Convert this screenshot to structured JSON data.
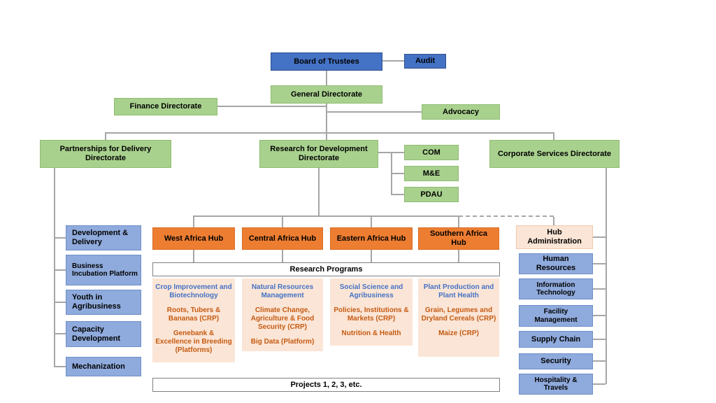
{
  "top": {
    "board_of_trustees": "Board of Trustees",
    "audit": "Audit",
    "general_directorate": "General Directorate",
    "finance_directorate": "Finance Directorate",
    "advocacy": "Advocacy"
  },
  "directorates": {
    "partnerships": "Partnerships for Delivery Directorate",
    "research": "Research for Development Directorate",
    "corporate": "Corporate Services Directorate"
  },
  "research_units": [
    "COM",
    "M&E",
    "PDAU"
  ],
  "left_column": [
    "Development & Delivery",
    "Business Incubation Platform",
    "Youth in Agribusiness",
    "Capacity Development",
    "Mechanization"
  ],
  "hubs": [
    "West Africa Hub",
    "Central Africa Hub",
    "Eastern Africa Hub",
    "Southern Africa Hub"
  ],
  "hub_administration": "Hub Administration",
  "research_programs_label": "Research Programs",
  "programs": [
    {
      "title": "Crop Improvement and Biotechnology",
      "items": [
        "Roots, Tubers & Bananas (CRP)",
        "Genebank & Excellence in Breeding (Platforms)"
      ]
    },
    {
      "title": "Natural Resources Management",
      "items": [
        "Climate Change, Agriculture & Food Security (CRP)",
        "Big Data (Platform)"
      ]
    },
    {
      "title": "Social Science and Agribusiness",
      "items": [
        "Policies, Institutions & Markets (CRP)",
        "Nutrition & Health"
      ]
    },
    {
      "title": "Plant Production and Plant Health",
      "items": [
        "Grain, Legumes and Dryland Cereals (CRP)",
        "Maize (CRP)"
      ]
    }
  ],
  "projects_label": "Projects 1, 2, 3, etc.",
  "right_column": [
    "Human Resources",
    "Information Technology",
    "Facility Management",
    "Supply Chain",
    "Security",
    "Hospitality & Travels"
  ],
  "colors": {
    "dark_blue": "#4472C4",
    "green": "#A9D18E",
    "light_blue": "#8FAADC",
    "orange": "#ED7D31",
    "peach": "#FBE5D6",
    "connector_gray": "#A6A6A6",
    "program_title_blue": "#4472C4",
    "program_item_orange": "#C55A11"
  }
}
